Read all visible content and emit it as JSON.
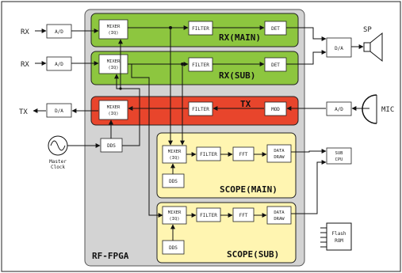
{
  "io": {
    "rx1": "RX",
    "rx2": "RX",
    "tx": "TX",
    "sp": "SP",
    "mic": "MIC",
    "master_clock_line1": "Master",
    "master_clock_line2": "Clock"
  },
  "blocks": {
    "ad": "A/D",
    "da": "D/A",
    "mixer_line1": "MIXER",
    "mixer_line2": "(IQ)",
    "filter": "FILTER",
    "det": "DET",
    "mod": "MOD",
    "dds": "DDS",
    "fft": "FFT",
    "data_draw_line1": "DATA",
    "data_draw_line2": "DRAW",
    "sub_cpu_line1": "SUB",
    "sub_cpu_line2": "CPU",
    "flash_rom_line1": "Flash",
    "flash_rom_line2": "ROM"
  },
  "sections": {
    "rx_main": "RX(MAIN)",
    "rx_sub": "RX(SUB)",
    "tx": "TX",
    "scope_main": "SCOPE(MAIN)",
    "scope_sub": "SCOPE(SUB)",
    "fpga": "RF-FPGA"
  },
  "colors": {
    "fpga_fill": "#d3d3d3",
    "rx_fill": "#8dc63f",
    "tx_fill": "#e8452c",
    "scope_fill": "#fff5b1"
  }
}
